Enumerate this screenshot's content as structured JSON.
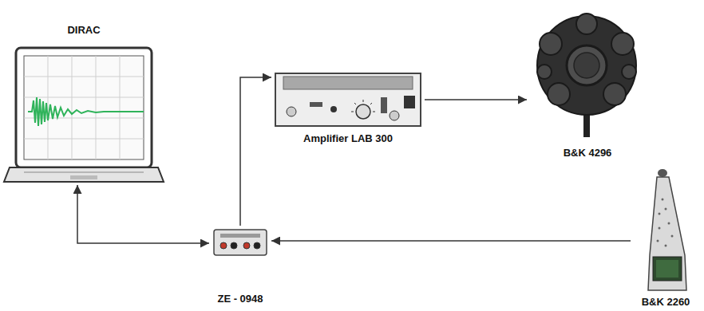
{
  "diagram": {
    "nodes": [
      {
        "text": [
          "DIRAC"
        ]
      },
      {
        "text": [
          "Amplifier LAB 300"
        ]
      },
      {
        "text": [
          "B&K 4296"
        ]
      },
      {
        "text": [
          "B&K 2260"
        ]
      },
      {
        "text": [
          "ZE - 0948"
        ]
      }
    ],
    "edges": [
      {
        "from": 4,
        "to": 1,
        "arrow": "to"
      },
      {
        "from": 1,
        "to": 2,
        "arrow": "to"
      },
      {
        "from": 3,
        "to": 4,
        "arrow": "to"
      },
      {
        "from": 0,
        "to": 4,
        "arrow": "both"
      }
    ]
  }
}
